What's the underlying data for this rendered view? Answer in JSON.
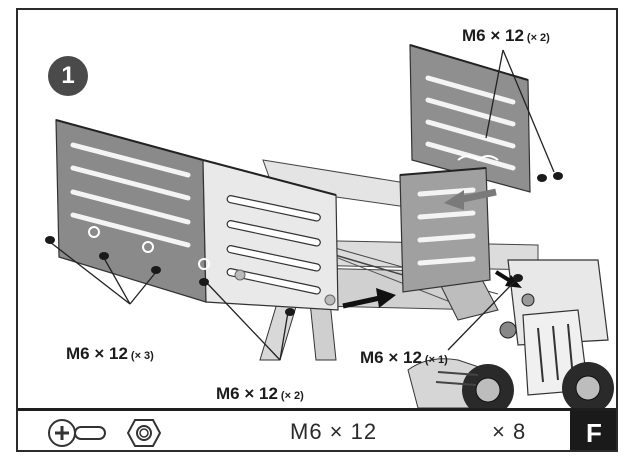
{
  "step": {
    "number": "1"
  },
  "callouts": {
    "top_right": {
      "size": "M6 × 12",
      "qty": "(× 2)"
    },
    "left": {
      "size": "M6 × 12",
      "qty": "(× 3)"
    },
    "bottom": {
      "size": "M6 × 12",
      "qty": "(× 2)"
    },
    "middle": {
      "size": "M6 × 12",
      "qty": "(× 1)"
    }
  },
  "parts": {
    "icons": [
      "bolt-icon",
      "nut-icon"
    ],
    "size": "M6 × 12",
    "count": "× 8",
    "section": "F"
  }
}
